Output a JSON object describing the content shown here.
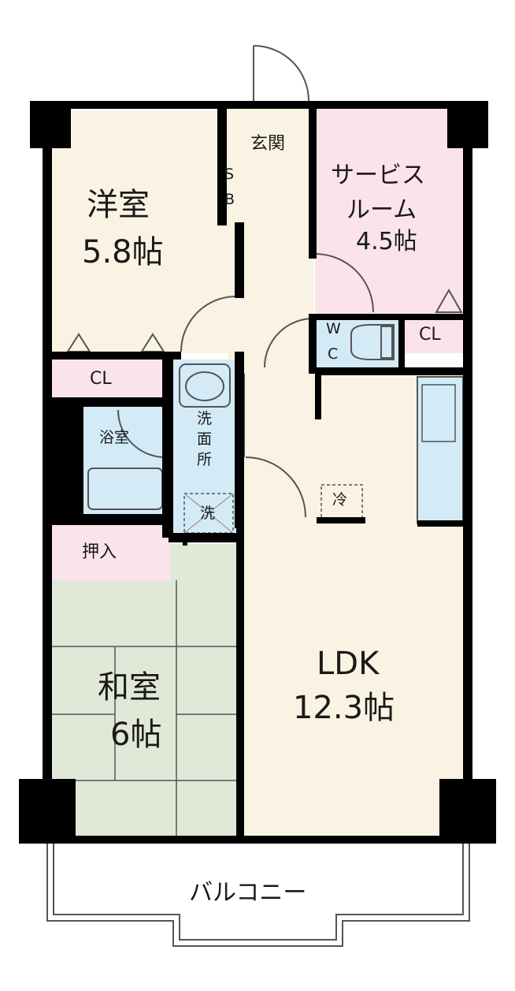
{
  "rooms": {
    "western_room": {
      "name": "洋室",
      "size": "5.8帖"
    },
    "service_room": {
      "name_line1": "サービス",
      "name_line2": "ルーム",
      "size": "4.5帖"
    },
    "japanese_room": {
      "name": "和室",
      "size": "6帖"
    },
    "ldk": {
      "name": "LDK",
      "size": "12.3帖"
    }
  },
  "labels": {
    "entrance": "玄関",
    "shoe_box_1": "S",
    "shoe_box_2": "B",
    "wc_1": "W",
    "wc_2": "C",
    "closet_service": "CL",
    "closet_western": "CL",
    "bathroom": "浴室",
    "washroom_1": "洗",
    "washroom_2": "面",
    "washroom_3": "所",
    "washer": "洗",
    "fridge": "冷",
    "oshiire": "押入",
    "balcony": "バルコニー"
  },
  "colors": {
    "wall": "#000000",
    "western_room": "#faf3e3",
    "corridor": "#faf3e3",
    "ldk": "#faf3e3",
    "service_room": "#fbe3ec",
    "closet": "#fbe3ec",
    "wet_area": "#d3ebf7",
    "tatami": "#e2e8d8",
    "line": "#555555"
  }
}
